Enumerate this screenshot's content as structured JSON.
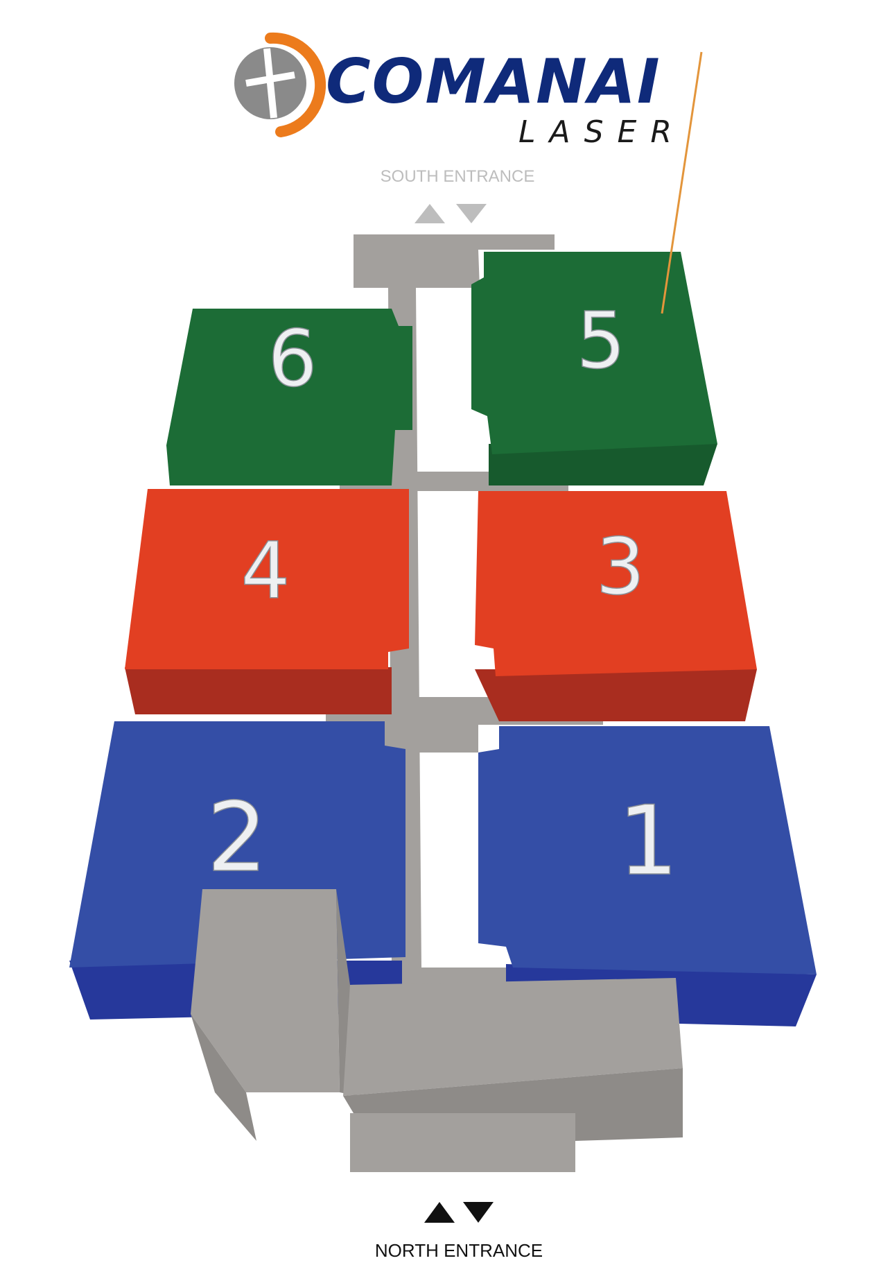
{
  "brand": {
    "name": "COMANAI",
    "subtitle": "LASER",
    "icon": "crosshair-globe-logo",
    "colors": {
      "name": "#0f2a7a",
      "subtitle": "#1a1a1a",
      "accent": "#ec7b1c",
      "icon": "#8a8a8a"
    }
  },
  "entrances": {
    "south": {
      "label": "SOUTH ENTRANCE",
      "color": "#bdbdbd",
      "icon": "up-down-arrows-icon"
    },
    "north": {
      "label": "NORTH ENTRANCE",
      "color": "#111111",
      "icon": "up-down-arrows-icon"
    }
  },
  "halls": [
    {
      "number": "1",
      "color": "#344ea6",
      "side": "#26389b"
    },
    {
      "number": "2",
      "color": "#344ea6",
      "side": "#26389b"
    },
    {
      "number": "3",
      "color": "#e23f22",
      "side": "#a92d1f"
    },
    {
      "number": "4",
      "color": "#e23f22",
      "side": "#a92d1f"
    },
    {
      "number": "5",
      "color": "#1c6c36",
      "side": "#175a2d"
    },
    {
      "number": "6",
      "color": "#1c6c36",
      "side": "#175a2d"
    }
  ],
  "colors": {
    "corridor": "#a3a09d",
    "corridor_side": "#8e8b88",
    "pointer": "#e3953b"
  }
}
